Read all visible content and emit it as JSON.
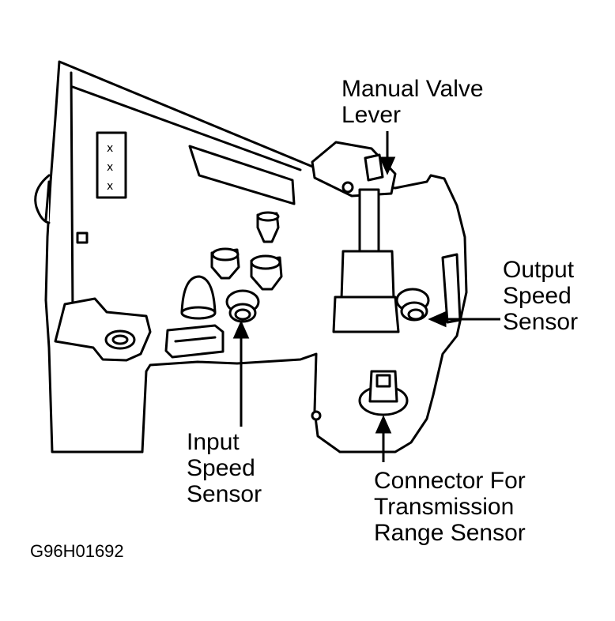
{
  "labels": {
    "manual_valve_lever": [
      "Manual Valve",
      "Lever"
    ],
    "output_speed_sensor": [
      "Output",
      "Speed",
      "Sensor"
    ],
    "input_speed_sensor": [
      "Input",
      "Speed",
      "Sensor"
    ],
    "connector_trs": [
      "Connector For",
      "Transmission",
      "Range Sensor"
    ]
  },
  "figure_code": "G96H01692",
  "icon_plate_marks": [
    "x",
    "x",
    "x"
  ],
  "colors": {
    "ink": "#000000",
    "paper": "#ffffff"
  }
}
